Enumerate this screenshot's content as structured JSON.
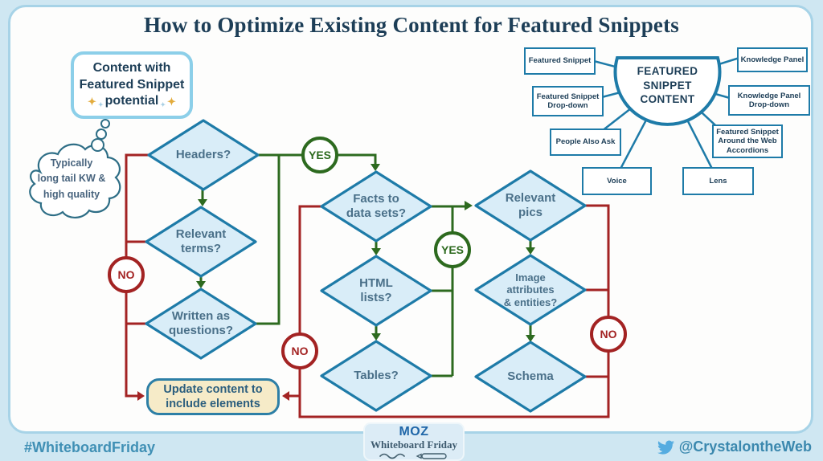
{
  "title": "How to Optimize Existing Content for Featured Snippets",
  "potential_box": {
    "line1": "Content with",
    "line2": "Featured Snippet",
    "line3": "potential"
  },
  "cloud": {
    "label": "Typically\nlong tail KW &\nhigh quality"
  },
  "flowchart": {
    "diamonds": [
      {
        "label": "Headers?"
      },
      {
        "label": "Relevant\nterms?"
      },
      {
        "label": "Written as\nquestions?"
      },
      {
        "label": "Facts to\ndata sets?"
      },
      {
        "label": "HTML\nlists?"
      },
      {
        "label": "Tables?"
      },
      {
        "label": "Relevant\npics"
      },
      {
        "label": "Image\nattributes\n& entities?"
      },
      {
        "label": "Schema"
      }
    ],
    "yes": "YES",
    "no": "NO",
    "update_box": "Update content to\ninclude elements"
  },
  "mindmap": {
    "center": "FEATURED\nSNIPPET\nCONTENT",
    "boxes": [
      {
        "label": "Featured Snippet"
      },
      {
        "label": "Knowledge Panel"
      },
      {
        "label": "Featured Snippet\nDrop-down"
      },
      {
        "label": "Knowledge Panel\nDrop-down"
      },
      {
        "label": "People Also Ask"
      },
      {
        "label": "Featured Snippet\nAround the Web\nAccordions"
      },
      {
        "label": "Voice"
      },
      {
        "label": "Lens"
      }
    ]
  },
  "badge": {
    "brand": "MOZ",
    "series": "Whiteboard Friday"
  },
  "footer": {
    "hashtag": "#WhiteboardFriday",
    "handle": "@CrystalontheWeb"
  },
  "colors": {
    "yes_green": "#2d6a1f",
    "no_red": "#a32323",
    "diamond_border": "#1e7ba8",
    "diamond_fill": "#d9edf8",
    "accent_navy": "#1d3e57",
    "update_fill": "#f6ebc8",
    "moz_blue": "#1f66a8",
    "twitter_blue": "#55ace0",
    "sparkle_gold": "#e3ac3d"
  },
  "icons": {
    "sparkle_glyph": "✦",
    "twitter_icon": "twitter-bird"
  }
}
